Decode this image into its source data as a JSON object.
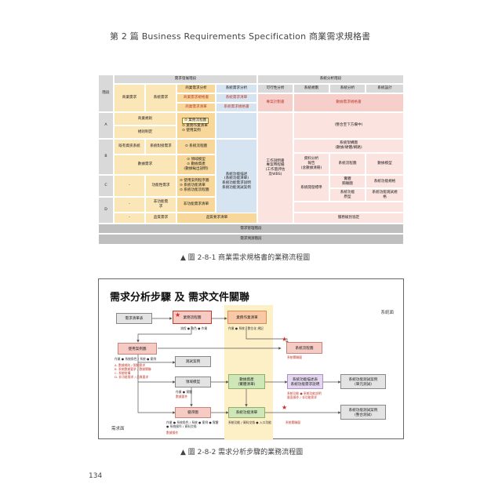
{
  "header": {
    "text": "第 2 篇  Business Requirements Specification  商業需求規格書"
  },
  "figure1": {
    "caption": "▲  圖 2-8-1  商業需求規格書的業務流程圖",
    "top_left": "階段",
    "req_phase": "需求發展階段",
    "sys_phase": "系統分析階段",
    "biz_req": "商業需求",
    "sys_req": "系統需求",
    "biz_analysis": "商業需求分析",
    "sys_analysis": "系統需求分析",
    "feasibility": "可行性分析",
    "sys_plan": "系統規劃",
    "sys_analyze": "系統分析",
    "sys_design": "系統設計",
    "biz_spec": "商業需求規格書",
    "sys_spec": "系統需求規格書",
    "biz_list": "商業需求清單",
    "sys_list": "系統需求清單",
    "project_plan": "專案計劃書",
    "data_spec": "數據需求規格書",
    "rowA": "A",
    "rowB": "B",
    "rowC": "C",
    "rowD": "D",
    "biz_rule": "商業規則",
    "rule_set": "規則制定",
    "flow_items": [
      "⊙ 業務流程圖",
      "⊙ 業務作業清單",
      "⊙ 使用案例"
    ],
    "right_A": "(整合至下方欄中)",
    "existing": "既有資訊系統",
    "sys_support": "系統對接需求",
    "sys_flow": "⊙ 系統流程圖",
    "data_req": "數據需求",
    "domain_items": [
      "⊙ 領域模型",
      "⊙ 數據資產",
      "(數據輸出說明)"
    ],
    "mid_block": "系統功能描述\n(系統功能清單)\n系統功能需求說明\n系統功能測試案例",
    "wbs": "工作說明書\n專案時程檔\n(工作量評估\n及WBS)",
    "sys_arch": "系統架構圖\n(數據/硬體/網路)",
    "data_anal": "資料分析\n報告\n(含數據清冊)",
    "sys_flowchart": "系統流程圖",
    "data_model": "數據模型",
    "dash": "-",
    "func_req": "功能性需求",
    "func_items": [
      "⊙ 使用案例程序圖",
      "⊙ 系統功能清單",
      "⊙ 系統功能流程圖"
    ],
    "dev_std": "系統開發標準",
    "entity": "實體\n關聯圖",
    "func_spec": "系統功能規格",
    "nonfunc": "非功能需求",
    "nonfunc_list": "非功能需求清單",
    "class_dia": "系統功能\n原型",
    "func_test": "系統功能測試規格",
    "quality": "品質需求",
    "quality_list": "品質要求清單",
    "sla": "服務級別協定",
    "req_mgmt": "需求管理階段",
    "req_trace": "需求溯源階段"
  },
  "figure2": {
    "caption": "▲  圖 2-8-2  需求分析步驟的業務流程圖",
    "title": "需求分析步驟 及 需求文件關聯",
    "zone_sys": "系統面",
    "zone_req": "需求面",
    "req_list": "需求清單表",
    "biz_flow": "業務流程圖",
    "biz_op": "業務作業清單",
    "note1": "流程 ● 角色 ● 作業",
    "note2": "作業 ● 系統 / 數位化 規記",
    "use_case": "使用案例圖",
    "sys_flow": "系統流程圖",
    "note_sys": "系統關聯圖",
    "note_uc": "作業 ● 系統角色 / 系統 ● 案例",
    "note_uc2": "A. 數據規則 / 限制需求\nB. 系統數據要求 / 數據關聯\nC. 系統結構\nD. 非功能需求 / 品質要求",
    "test_case": "測試案例",
    "domain_model": "領域模型",
    "data_asset": "數據資產\n(實體清單)",
    "func_desc": "系統功能描述表\n系統功能需求說明",
    "func_test1": "系統功能測試案例\n(單元測試)",
    "note_dm": "作業 ● 實體",
    "note_dm2": "數據要件",
    "note_fd": "系統功能 ● 系統功能說明\n畫面操作 / 非功能需求",
    "sequence": "循序圖",
    "sys_func_list": "系統功能清單",
    "func_test2": "系統功能測試案例\n(整合測試)",
    "note_seq": "作業 ● 系統角色 / 系統 ● 案例 ● 實體\n● 系統操作 / 資料交換",
    "note_seq2": "數據操作",
    "note_sfl": "系統功能 / 資料交換 ● 入口功能"
  },
  "page_number": "134"
}
